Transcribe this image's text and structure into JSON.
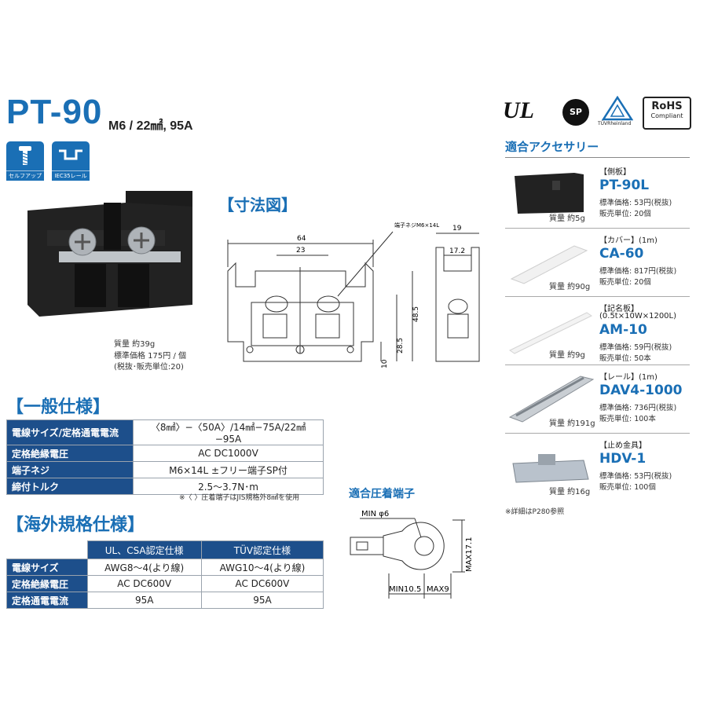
{
  "product": {
    "name": "PT-90",
    "spec": "M6 / 22㎟, 95A"
  },
  "badges": [
    {
      "label": "セルフアップ",
      "icon": "screw-icon"
    },
    {
      "label": "IEC35レール",
      "icon": "din-rail-icon"
    }
  ],
  "photo": {
    "weight": "質量 約39g",
    "price": "標準価格 175円 / 個",
    "note": "(税抜･販売単位:20)"
  },
  "dimensions": {
    "heading": "【寸法図】",
    "screw_label": "端子ネジM6×14L",
    "labels": [
      "64",
      "23",
      "48.5",
      "28.5",
      "10",
      "19",
      "17.2"
    ]
  },
  "general_spec": {
    "heading": "【一般仕様】",
    "rows": [
      {
        "label": "電線サイズ/定格通電電流",
        "value": "〈8㎟〉−〈50A〉/14㎟−75A/22㎟−95A"
      },
      {
        "label": "定格絶縁電圧",
        "value": "AC DC1000V"
      },
      {
        "label": "端子ネジ",
        "value": "M6×14L ±フリー端子SP付"
      },
      {
        "label": "締付トルク",
        "value": "2.5〜3.7N･m"
      }
    ],
    "note": "※〈 〉圧着端子はJIS規格外8㎟を使用"
  },
  "overseas_spec": {
    "heading": "【海外規格仕様】",
    "columns": [
      "UL、CSA認定仕様",
      "TÜV認定仕様"
    ],
    "rows": [
      {
        "label": "電線サイズ",
        "values": [
          "AWG8〜4(より線)",
          "AWG10〜4(より線)"
        ]
      },
      {
        "label": "定格絶縁電圧",
        "values": [
          "AC DC600V",
          "AC DC600V"
        ]
      },
      {
        "label": "定格通電電流",
        "values": [
          "95A",
          "95A"
        ]
      }
    ]
  },
  "crimp": {
    "heading": "適合圧着端子",
    "labels": {
      "hole": "MIN φ6",
      "height": "MAX17.1",
      "len1": "MIN10.5",
      "len2": "MAX9"
    }
  },
  "certs": {
    "ul": "UL",
    "csa": "SP",
    "tuv": "TÜVRheinland",
    "rohs_title": "RoHS",
    "rohs_sub": "Compliant"
  },
  "accessories": {
    "heading": "適合アクセサリー",
    "items": [
      {
        "category": "【側板】",
        "name": "PT-90L",
        "line1": "標準価格: 53円(税抜)",
        "line2": "販売単位: 20個",
        "weight": "質量 約5g"
      },
      {
        "category": "【カバー】(1m)",
        "name": "CA-60",
        "line1": "標準価格: 817円(税抜)",
        "line2": "販売単位: 20個",
        "weight": "質量 約90g"
      },
      {
        "category": "【記名板】",
        "sub": "(0.5t×10W×1200L)",
        "name": "AM-10",
        "line1": "標準価格: 59円(税抜)",
        "line2": "販売単位: 50本",
        "weight": "質量 約9g"
      },
      {
        "category": "【レール】(1m)",
        "name": "DAV4-1000",
        "line1": "標準価格: 736円(税抜)",
        "line2": "販売単位: 100本",
        "weight": "質量 約191g"
      },
      {
        "category": "【止め金具】",
        "name": "HDV-1",
        "line1": "標準価格: 53円(税抜)",
        "line2": "販売単位: 100個",
        "weight": "質量 約16g"
      }
    ],
    "footnote": "※詳細はP280参照"
  }
}
